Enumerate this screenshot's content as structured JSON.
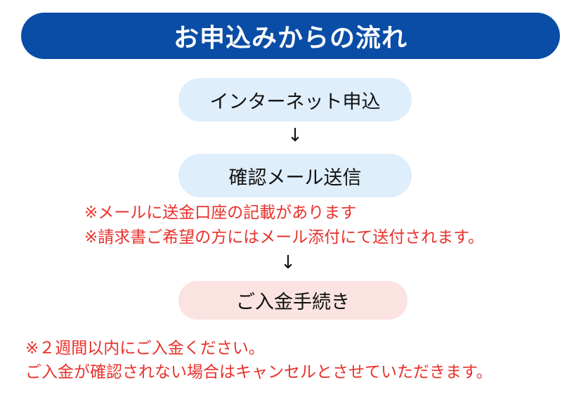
{
  "header": {
    "title": "お申込みからの流れ"
  },
  "flow": {
    "steps": [
      {
        "label": "インターネット申込"
      },
      {
        "label": "確認メール送信"
      },
      {
        "label": "ご入金手続き"
      }
    ],
    "arrow": "↓"
  },
  "notes": {
    "mail_notes": [
      "※メールに送金口座の記載があります",
      "※請求書ご希望の方にはメール添付にて送付されます。"
    ],
    "footer_notes": [
      "※２週間以内にご入金ください。",
      "ご入金が確認されない場合はキャンセルとさせていただきます。"
    ]
  },
  "colors": {
    "banner": "#0a4da6",
    "step_blue": "#dfeefb",
    "step_pink": "#fbe3e2",
    "note_red": "#e8312b"
  }
}
